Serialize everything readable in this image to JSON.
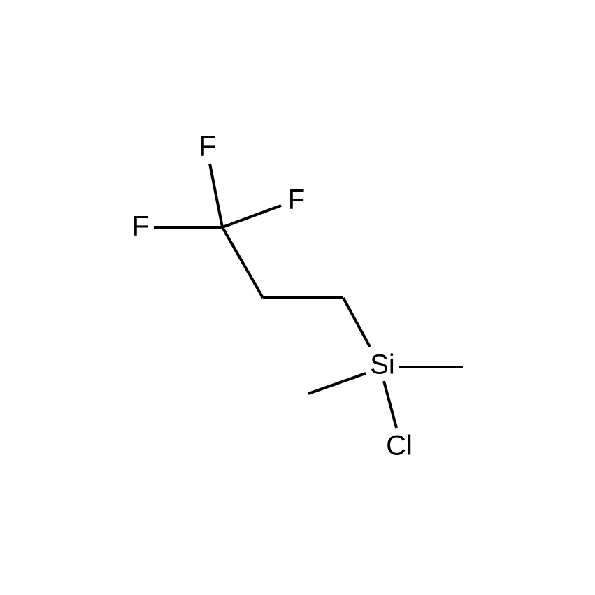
{
  "molecule": {
    "atoms": {
      "f_top": "F",
      "f_right": "F",
      "f_left": "F",
      "si": "Si",
      "cl": "Cl"
    },
    "colors": {
      "bond": "#000000",
      "label": "#000000",
      "background": "#ffffff"
    }
  }
}
